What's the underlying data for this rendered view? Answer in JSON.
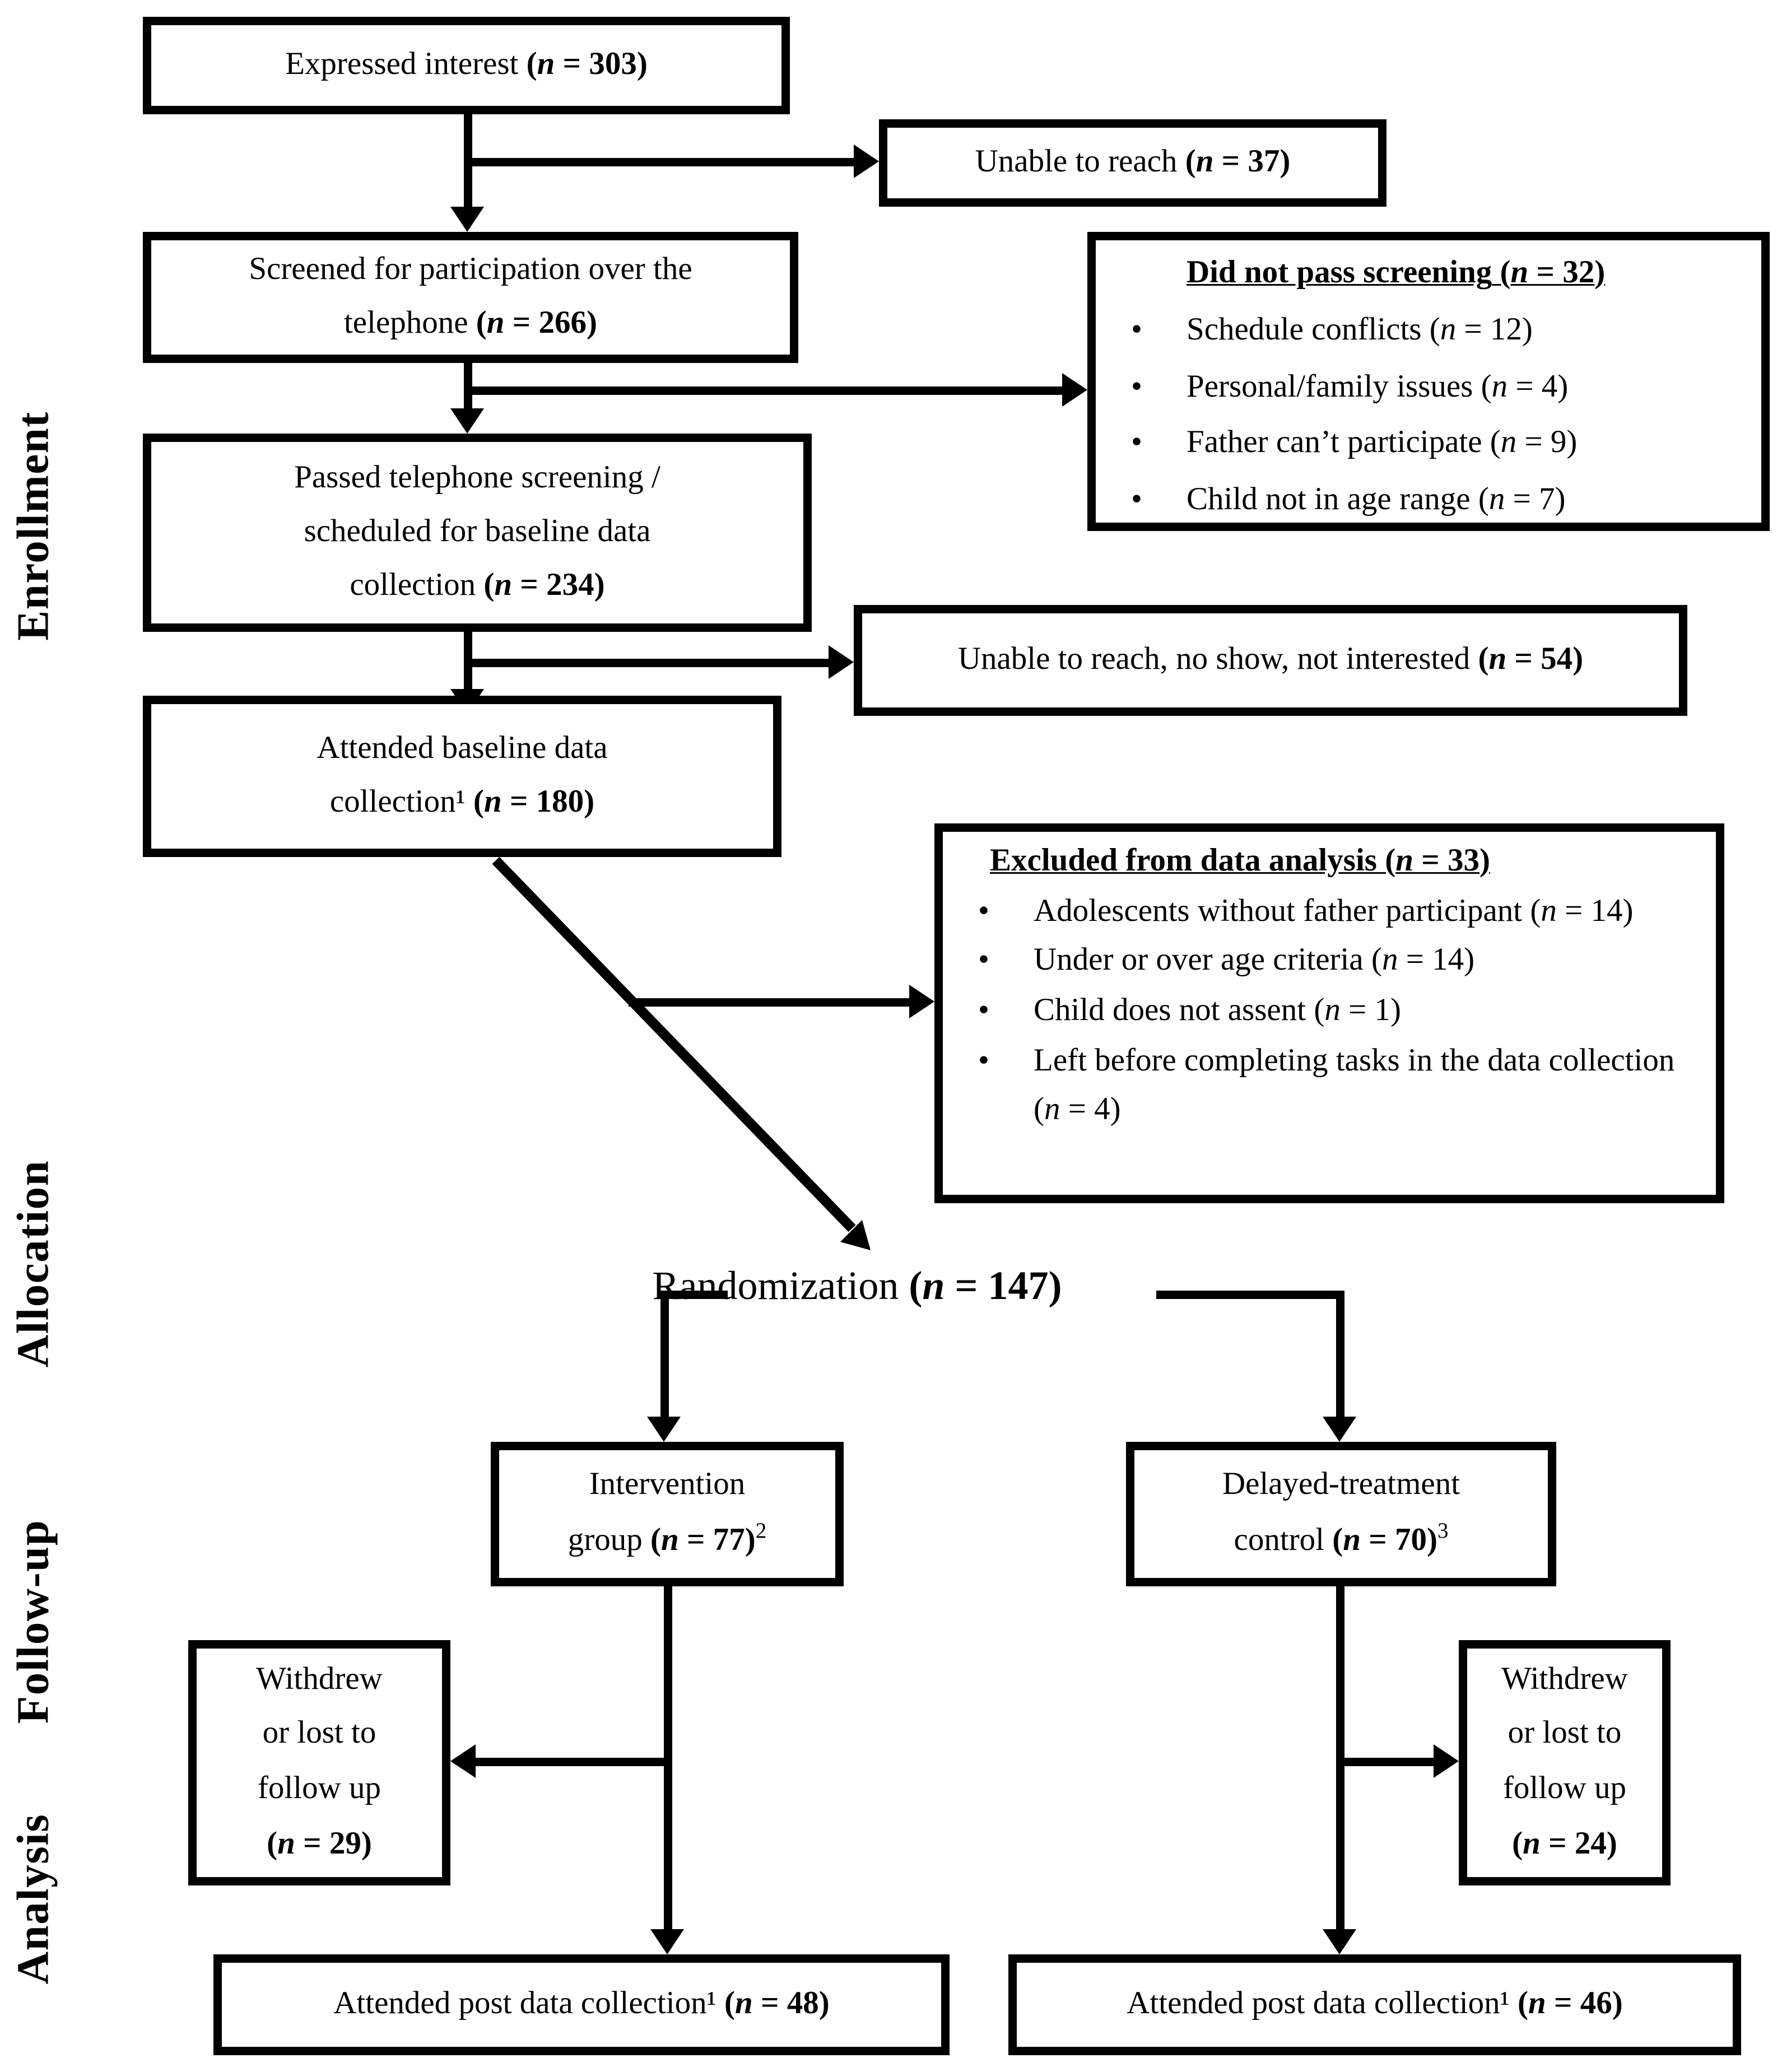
{
  "fmt": {
    "open": "(",
    "nsym": "n",
    "eq": " = ",
    "close": ")"
  },
  "side_labels": {
    "enrollment": "Enrollment",
    "allocation": "Allocation",
    "followup": "Follow-up",
    "analysis": "Analysis"
  },
  "boxes": {
    "expressed": {
      "text": "Expressed interest",
      "n": "303"
    },
    "unable_reach": {
      "text": "Unable to reach",
      "n": "37"
    },
    "screened": {
      "line1": "Screened for participation over the",
      "line2": "telephone",
      "n": "266"
    },
    "did_not_pass": {
      "header": {
        "text": "Did not pass screening",
        "n": "32"
      },
      "bullets": [
        {
          "text": "Schedule conflicts",
          "n": "12"
        },
        {
          "text": "Personal/family issues",
          "n": "4"
        },
        {
          "text": "Father can’t participate",
          "n": "9"
        },
        {
          "text": "Child not in age range",
          "n": "7"
        }
      ]
    },
    "passed": {
      "line1": "Passed telephone screening /",
      "line2": "scheduled for baseline data",
      "line3": "collection",
      "n": "234"
    },
    "unable_noshow": {
      "text": "Unable to reach, no show, not interested",
      "n": "54"
    },
    "attended_baseline": {
      "line1": "Attended baseline data",
      "line2": "collection¹",
      "n": "180"
    },
    "excluded": {
      "header": {
        "text": "Excluded from data analysis",
        "n": "33"
      },
      "bullets": [
        {
          "text": "Adolescents without father participant",
          "n": "14"
        },
        {
          "text": "Under or over age criteria",
          "n": "14"
        },
        {
          "text": "Child does not assent",
          "n": "1"
        },
        {
          "text": "Left before completing tasks in the data collection",
          "n": "4"
        }
      ]
    },
    "randomization": {
      "text": "Randomization",
      "n": "147"
    },
    "intervention": {
      "line1": "Intervention",
      "line2": "group",
      "n": "77",
      "sup": "2"
    },
    "delayed": {
      "line1": "Delayed-treatment",
      "line2": "control",
      "n": "70",
      "sup": "3"
    },
    "withdrew_left": {
      "line1": "Withdrew",
      "line2": "or lost to",
      "line3": "follow up",
      "n": "29"
    },
    "withdrew_right": {
      "line1": "Withdrew",
      "line2": "or lost to",
      "line3": "follow up",
      "n": "24"
    },
    "post_left": {
      "text": "Attended post data collection¹",
      "n": "48"
    },
    "post_right": {
      "text": "Attended post data collection¹",
      "n": "46"
    }
  }
}
